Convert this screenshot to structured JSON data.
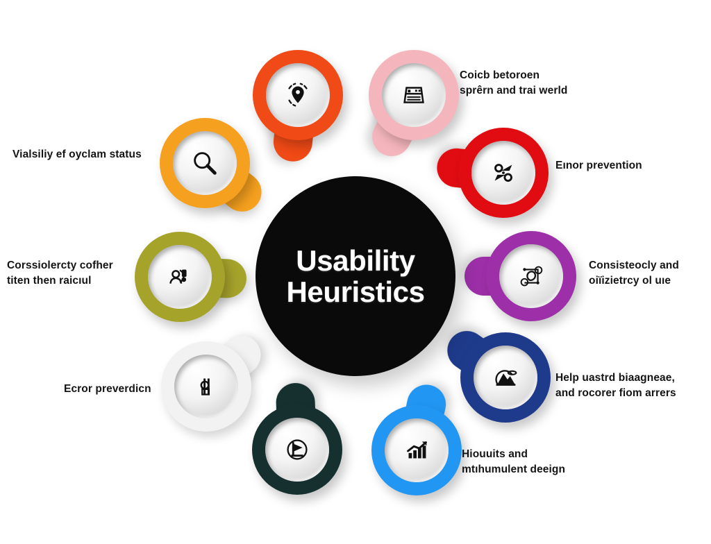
{
  "center": {
    "title_line1": "Usability",
    "title_line2": "Heuristics",
    "background_color": "#0a0a0a",
    "text_color": "#ffffff"
  },
  "nodes": [
    {
      "id": "visibility-of-system-status",
      "label": "Vialsiliy ef oyclam status",
      "color": "#F5A01E",
      "icon": "magnifier-icon"
    },
    {
      "id": "location-marker",
      "label": "",
      "color": "#F04A16",
      "icon": "location-pin-icon"
    },
    {
      "id": "match-between-system-and-real-world",
      "label": "Coicb betoroen\nsprêrn and trai werld",
      "color": "#F4B6BC",
      "icon": "document-list-icon"
    },
    {
      "id": "error-prevention-right",
      "label": "Eınor prevention",
      "color": "#E00C12",
      "icon": "scissors-icon"
    },
    {
      "id": "consistency-and-efficiency-of-use",
      "label": "Consisteocly and\noiïizietrcy ol uıe",
      "color": "#9D2FA8",
      "icon": "cycle-diagram-icon"
    },
    {
      "id": "help-users-diagnose-and-recover-from-errors",
      "label": "Help uastrd biaagneae,\nand rocorer fiom arrers",
      "color": "#1E3A8A",
      "icon": "mountain-landscape-icon"
    },
    {
      "id": "aesthetic-and-minimalist-design",
      "label": "Hiouuits and\nmtıhumulent deeign",
      "color": "#2196F3",
      "icon": "bar-chart-growth-icon"
    },
    {
      "id": "dark-node",
      "label": "",
      "color": "#16302F",
      "icon": "flag-circle-icon"
    },
    {
      "id": "error-prevention-left",
      "label": "Ecror preverdicn",
      "color": "#F2F2F2",
      "icon": "person-icon"
    },
    {
      "id": "consistency-rather-than-recall",
      "label": "Corssiolercty cofher\ntiten then raicıul",
      "color": "#A6A32B",
      "icon": "people-group-icon"
    }
  ]
}
